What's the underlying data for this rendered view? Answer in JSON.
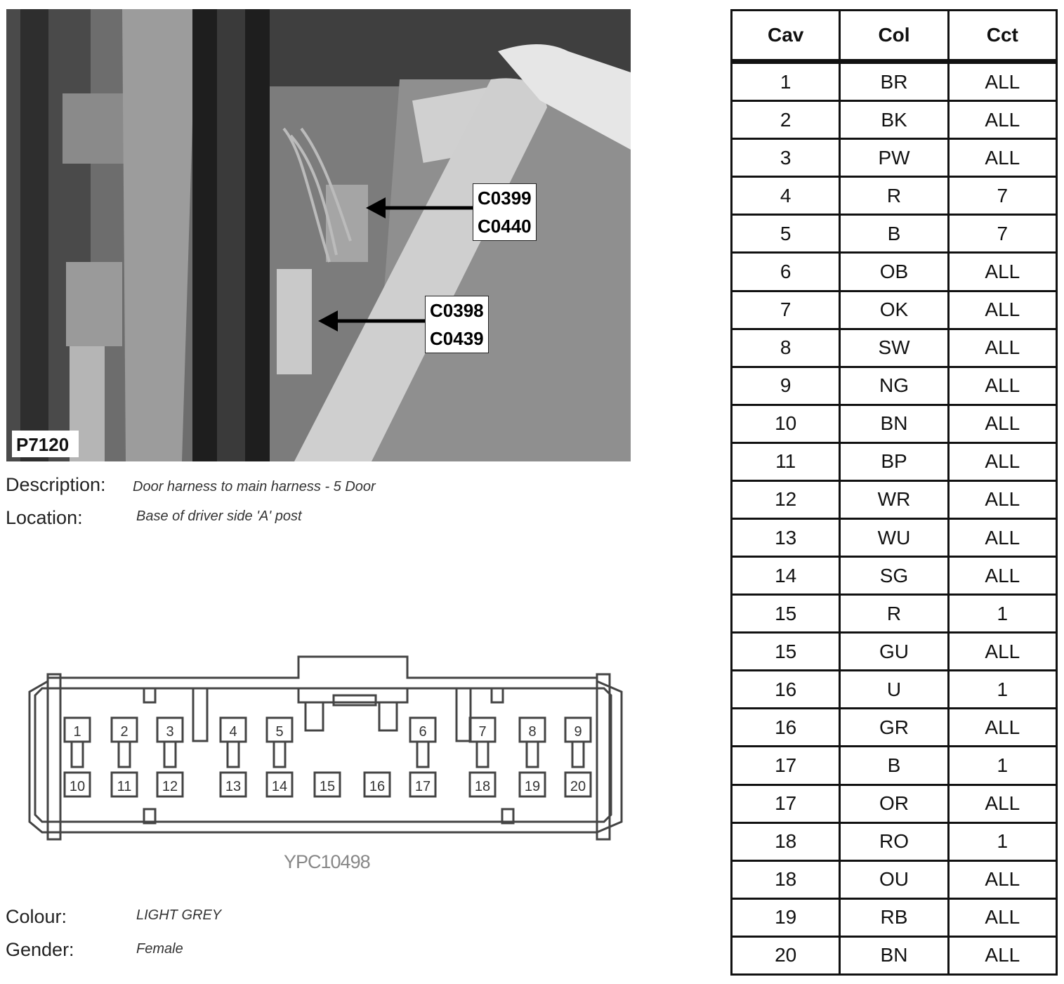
{
  "photo": {
    "id": "P7120",
    "callouts": [
      {
        "lines": [
          "C0399",
          "C0440"
        ]
      },
      {
        "lines": [
          "C0398",
          "C0439"
        ]
      }
    ]
  },
  "details": {
    "description_label": "Description:",
    "description_value": "Door harness to main harness - 5 Door",
    "location_label": "Location:",
    "location_value": "Base of driver side 'A' post",
    "colour_label": "Colour:",
    "colour_value": "LIGHT GREY",
    "gender_label": "Gender:",
    "gender_value": "Female"
  },
  "connector": {
    "code": "YPC10498",
    "top_pins": [
      "1",
      "2",
      "3",
      "4",
      "5",
      "6",
      "7",
      "8",
      "9"
    ],
    "bottom_pins": [
      "10",
      "11",
      "12",
      "13",
      "14",
      "15",
      "16",
      "17",
      "18",
      "19",
      "20"
    ]
  },
  "pinout": {
    "headers": [
      "Cav",
      "Col",
      "Cct"
    ],
    "rows": [
      [
        "1",
        "BR",
        "ALL"
      ],
      [
        "2",
        "BK",
        "ALL"
      ],
      [
        "3",
        "PW",
        "ALL"
      ],
      [
        "4",
        "R",
        "7"
      ],
      [
        "5",
        "B",
        "7"
      ],
      [
        "6",
        "OB",
        "ALL"
      ],
      [
        "7",
        "OK",
        "ALL"
      ],
      [
        "8",
        "SW",
        "ALL"
      ],
      [
        "9",
        "NG",
        "ALL"
      ],
      [
        "10",
        "BN",
        "ALL"
      ],
      [
        "11",
        "BP",
        "ALL"
      ],
      [
        "12",
        "WR",
        "ALL"
      ],
      [
        "13",
        "WU",
        "ALL"
      ],
      [
        "14",
        "SG",
        "ALL"
      ],
      [
        "15",
        "R",
        "1"
      ],
      [
        "15",
        "GU",
        "ALL"
      ],
      [
        "16",
        "U",
        "1"
      ],
      [
        "16",
        "GR",
        "ALL"
      ],
      [
        "17",
        "B",
        "1"
      ],
      [
        "17",
        "OR",
        "ALL"
      ],
      [
        "18",
        "RO",
        "1"
      ],
      [
        "18",
        "OU",
        "ALL"
      ],
      [
        "19",
        "RB",
        "ALL"
      ],
      [
        "20",
        "BN",
        "ALL"
      ]
    ]
  }
}
